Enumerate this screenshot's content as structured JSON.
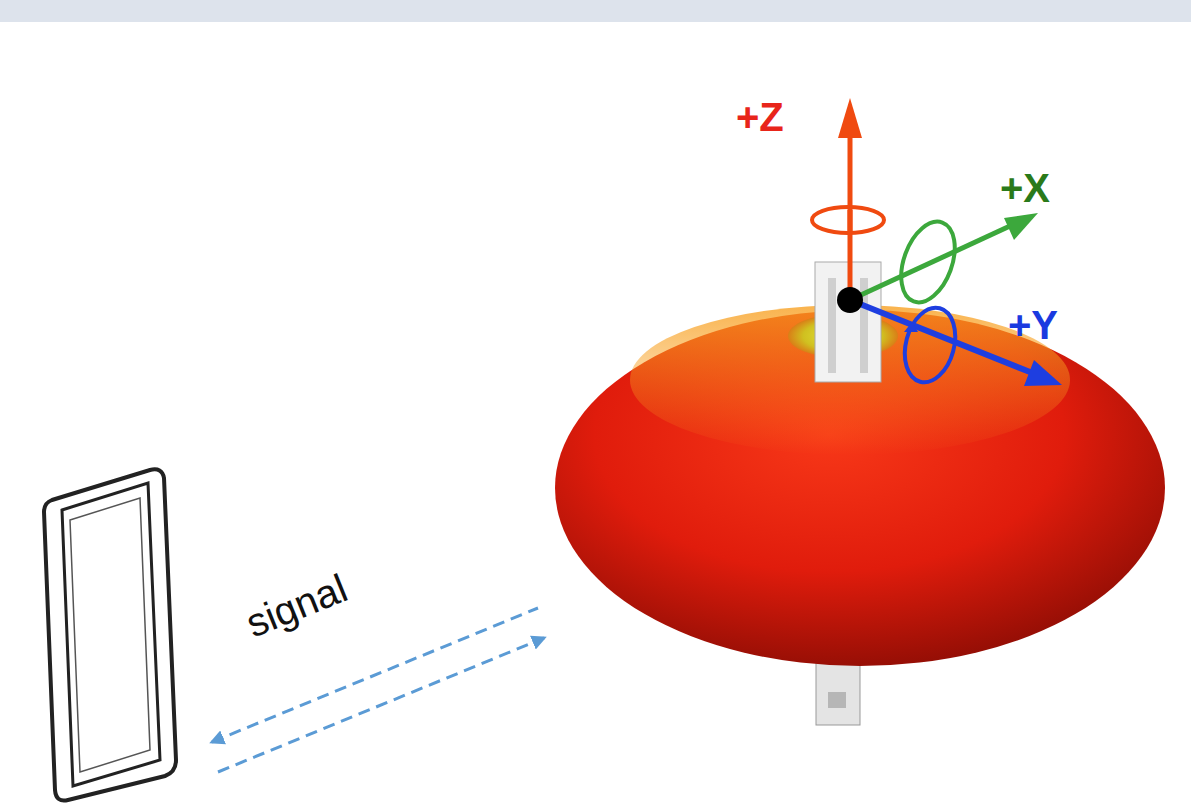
{
  "diagram": {
    "labels": [
      "+Z",
      "+X",
      "+Y",
      "signal"
    ]
  }
}
